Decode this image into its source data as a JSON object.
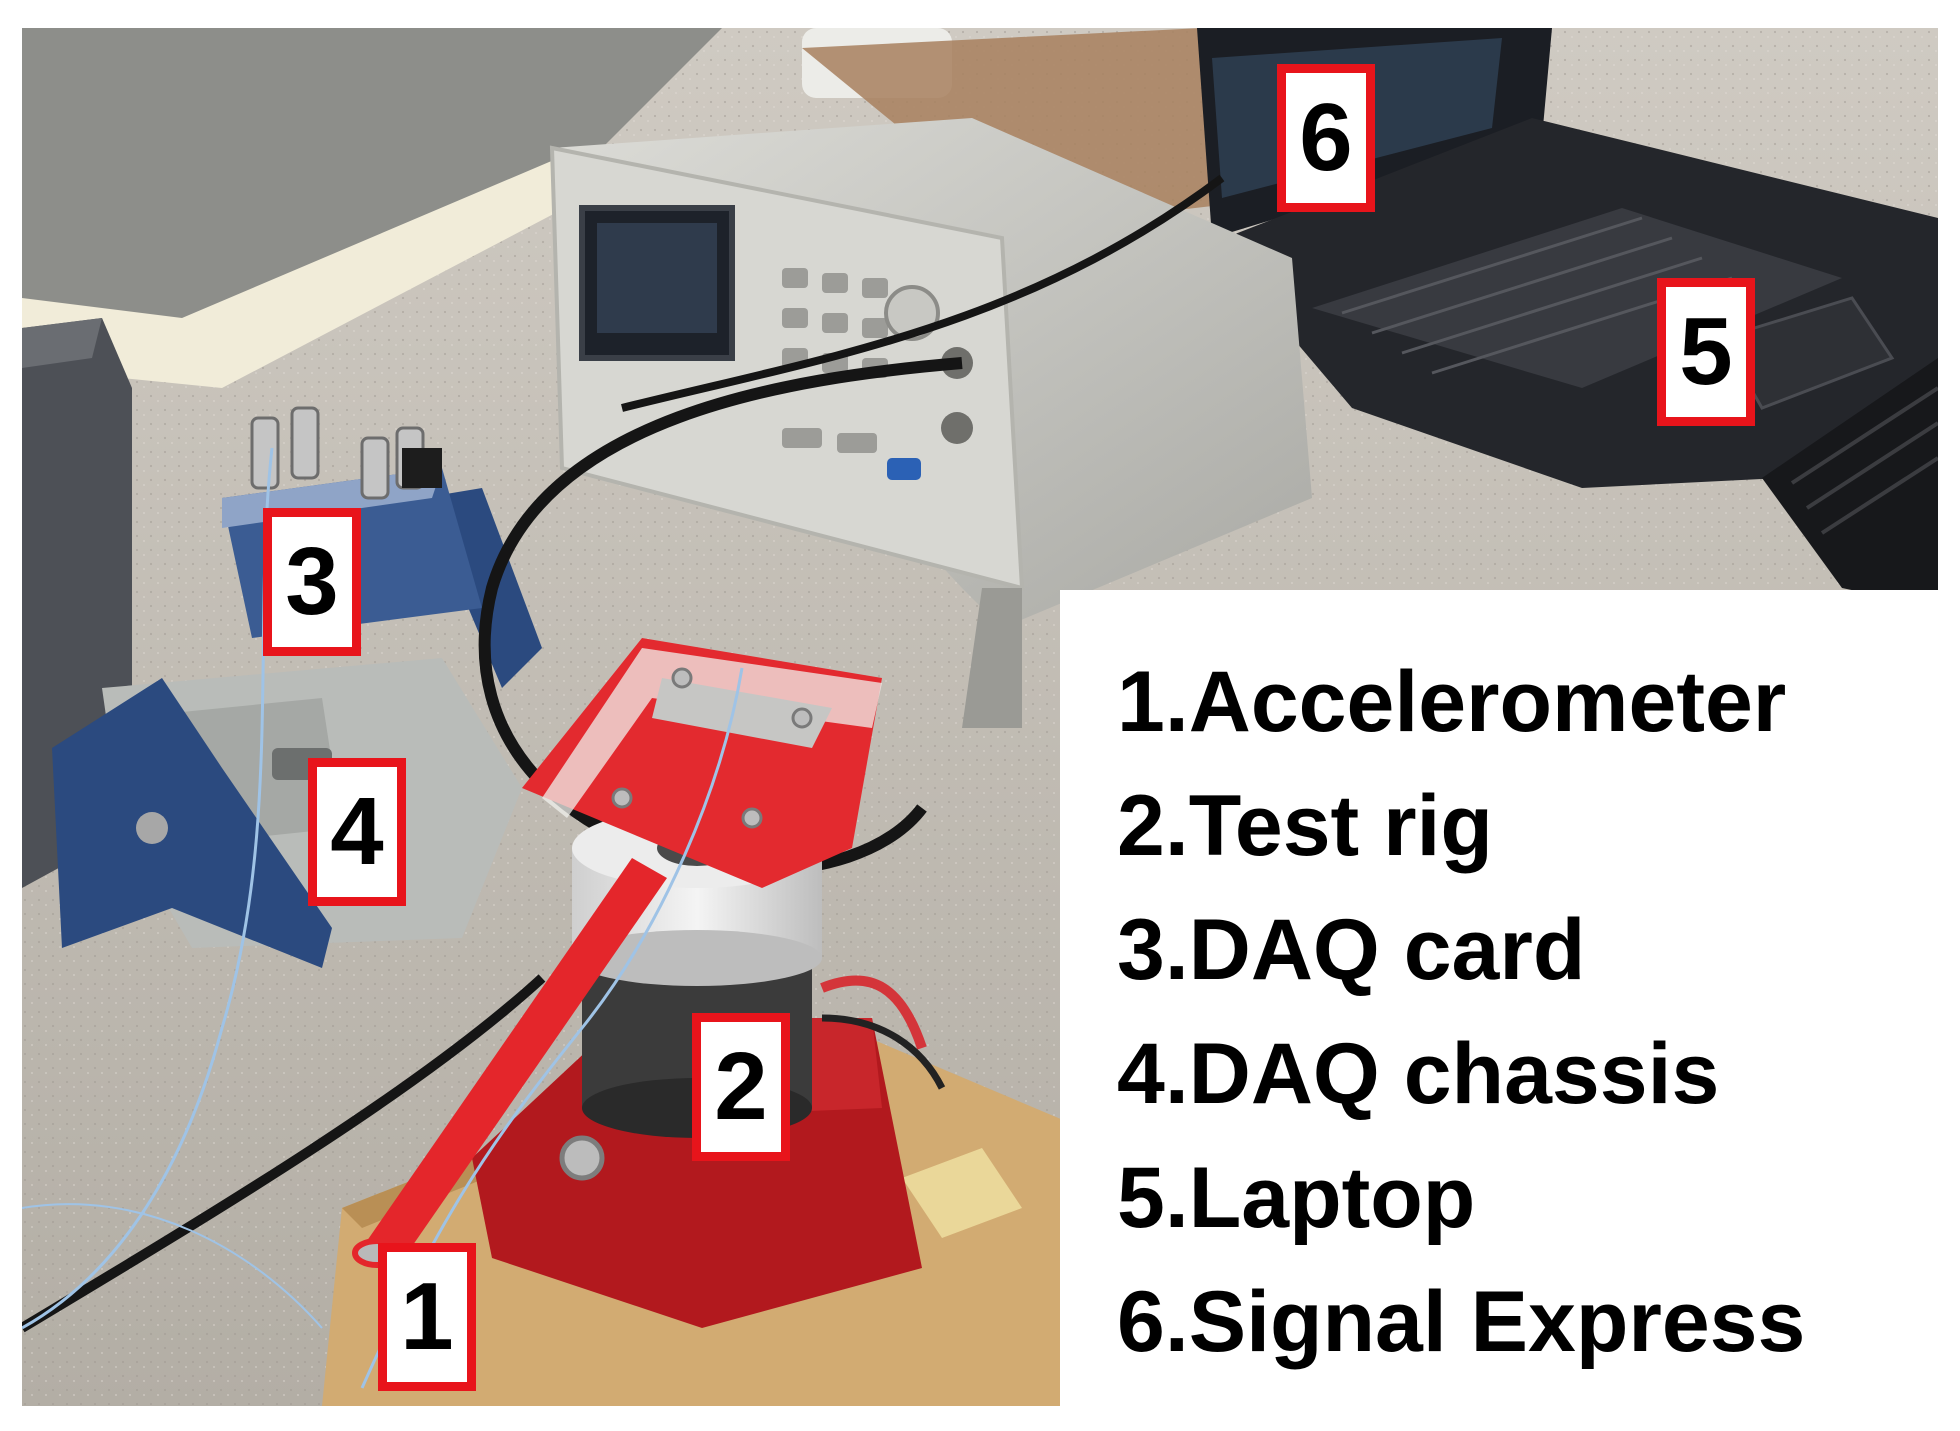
{
  "markers": [
    "1",
    "2",
    "3",
    "4",
    "5",
    "6"
  ],
  "legend": [
    "1.Accelerometer",
    "2.Test rig",
    "3.DAQ card",
    "4.DAQ chassis",
    "5.Laptop",
    "6.Signal Express"
  ],
  "colors": {
    "marker_border": "#e8141b",
    "rig_red": "#d8262b",
    "daq_blue": "#2f4f86",
    "floor": "#bfbab1"
  }
}
